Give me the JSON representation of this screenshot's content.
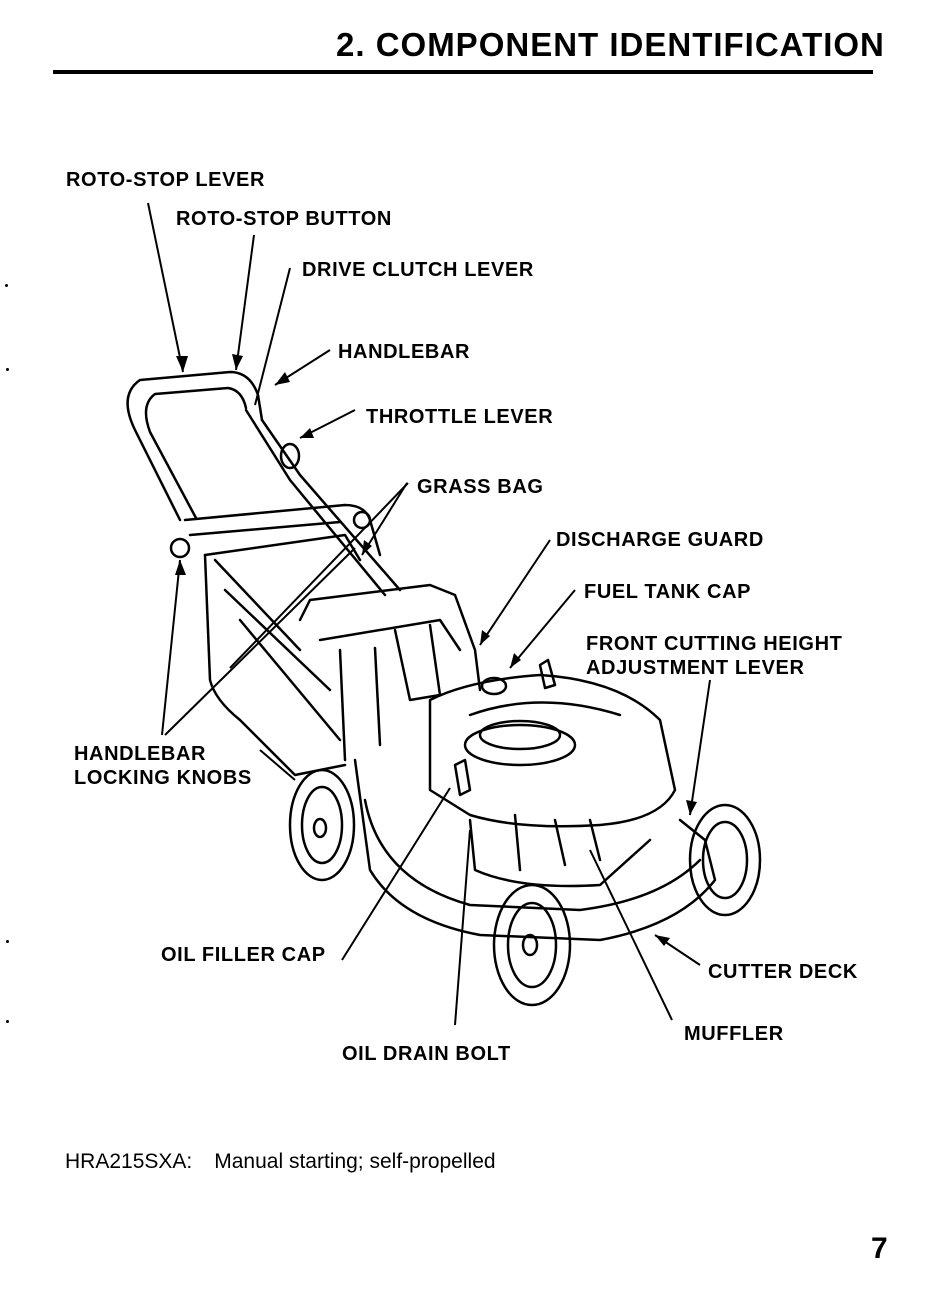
{
  "page": {
    "title": "2. COMPONENT IDENTIFICATION",
    "page_number": "7"
  },
  "labels": {
    "roto_stop_lever": "ROTO-STOP LEVER",
    "roto_stop_button": "ROTO-STOP BUTTON",
    "drive_clutch_lever": "DRIVE CLUTCH LEVER",
    "handlebar": "HANDLEBAR",
    "throttle_lever": "THROTTLE LEVER",
    "grass_bag": "GRASS BAG",
    "discharge_guard": "DISCHARGE GUARD",
    "fuel_tank_cap": "FUEL TANK CAP",
    "front_cutting_height_line1": "FRONT CUTTING HEIGHT",
    "front_cutting_height_line2": "ADJUSTMENT LEVER",
    "handlebar_locking_knobs_line1": "HANDLEBAR",
    "handlebar_locking_knobs_line2": "LOCKING KNOBS",
    "oil_filler_cap": "OIL FILLER CAP",
    "cutter_deck": "CUTTER DECK",
    "oil_drain_bolt": "OIL DRAIN BOLT",
    "muffler": "MUFFLER"
  },
  "caption": {
    "model": "HRA215SXA:",
    "description": "Manual starting; self-propelled"
  }
}
